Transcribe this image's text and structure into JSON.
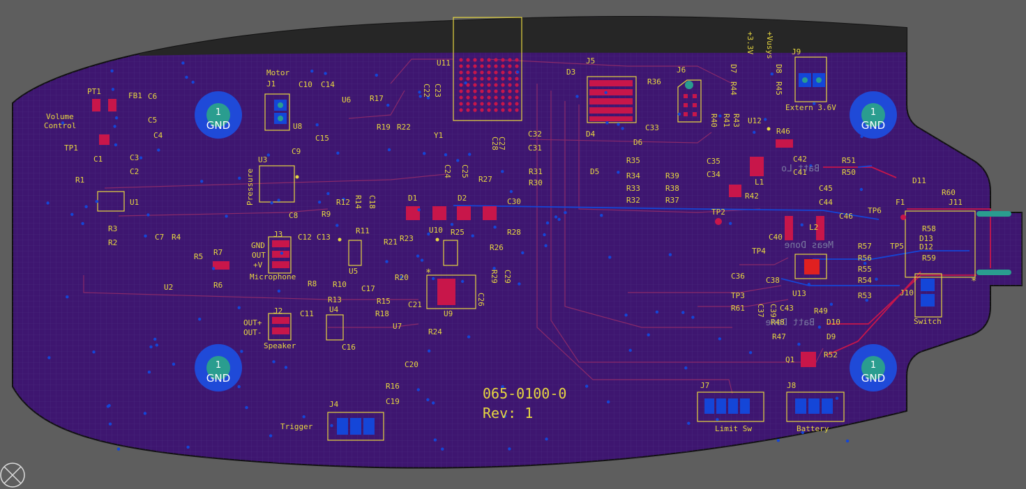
{
  "board": {
    "part_number": "065-0100-0",
    "revision": "Rev: 1",
    "colors": {
      "background": "#5e5e5e",
      "board": "#3e1670",
      "dark_area": "#2a2a2a",
      "silk": "#e8d840",
      "top_copper": "#c8164a",
      "bottom_copper": "#1446d8",
      "grid": "#4b2c80"
    }
  },
  "mounting_holes": [
    {
      "id": "mh-top-left",
      "number": "1",
      "label": "GND"
    },
    {
      "id": "mh-bottom-left",
      "number": "1",
      "label": "GND"
    },
    {
      "id": "mh-top-right",
      "number": "1",
      "label": "GND"
    },
    {
      "id": "mh-bottom-right",
      "number": "1",
      "label": "GND"
    }
  ],
  "connector_labels": {
    "motor": "Motor",
    "pressure": "Pressure",
    "microphone": "Microphone",
    "speaker": "Speaker",
    "trigger": "Trigger",
    "limit_sw": "Limit Sw",
    "battery": "Battery",
    "switch": "Switch",
    "extern": "Extern 3.6V",
    "volume_1": "Volume",
    "volume_2": "Control",
    "gnd": "GND",
    "out": "OUT",
    "plus_v": "+V",
    "out_plus": "OUT+",
    "out_minus": "OUT-",
    "v33": "+3.3V",
    "vusys": "+Vusys"
  },
  "mirrored_labels": {
    "batt_lo": "Batt Lo",
    "meas_done": "Meas Done",
    "batt_done": "Batt Done"
  },
  "designators": {
    "U1": "U1",
    "U2": "U2",
    "U3": "U3",
    "U4": "U4",
    "U5": "U5",
    "U6": "U6",
    "U7": "U7",
    "U8": "U8",
    "U9": "U9",
    "U10": "U10",
    "U11": "U11",
    "U12": "U12",
    "U13": "U13",
    "J1": "J1",
    "J2": "J2",
    "J3": "J3",
    "J4": "J4",
    "J5": "J5",
    "J6": "J6",
    "J7": "J7",
    "J8": "J8",
    "J9": "J9",
    "J10": "J10",
    "J11": "J11",
    "PT1": "PT1",
    "FB1": "FB1",
    "TP1": "TP1",
    "TP2": "TP2",
    "TP3": "TP3",
    "TP4": "TP4",
    "TP5": "TP5",
    "TP6": "TP6",
    "Y1": "Y1",
    "F1": "F1",
    "L1": "L1",
    "L2": "L2",
    "Q1": "Q1",
    "D1": "D1",
    "D2": "D2",
    "D3": "D3",
    "D4": "D4",
    "D5": "D5",
    "D6": "D6",
    "D7": "D7",
    "D8": "D8",
    "D9": "D9",
    "D10": "D10",
    "D11": "D11",
    "D12": "D12",
    "D13": "D13",
    "C1": "C1",
    "C2": "C2",
    "C3": "C3",
    "C4": "C4",
    "C5": "C5",
    "C6": "C6",
    "C7": "C7",
    "C8": "C8",
    "C9": "C9",
    "C10": "C10",
    "C11": "C11",
    "C12": "C12",
    "C13": "C13",
    "C14": "C14",
    "C15": "C15",
    "C16": "C16",
    "C17": "C17",
    "C18": "C18",
    "C19": "C19",
    "C20": "C20",
    "C21": "C21",
    "C22": "C22",
    "C23": "C23",
    "C24": "C24",
    "C25": "C25",
    "C26": "C26",
    "C27": "C27",
    "C28": "C28",
    "C29": "C29",
    "C30": "C30",
    "C31": "C31",
    "C32": "C32",
    "C33": "C33",
    "C34": "C34",
    "C35": "C35",
    "C36": "C36",
    "C37": "C37",
    "C38": "C38",
    "C39": "C39",
    "C40": "C40",
    "C41": "C41",
    "C42": "C42",
    "C43": "C43",
    "C44": "C44",
    "C45": "C45",
    "C46": "C46",
    "R1": "R1",
    "R2": "R2",
    "R3": "R3",
    "R4": "R4",
    "R5": "R5",
    "R6": "R6",
    "R7": "R7",
    "R8": "R8",
    "R9": "R9",
    "R10": "R10",
    "R11": "R11",
    "R12": "R12",
    "R13": "R13",
    "R14": "R14",
    "R15": "R15",
    "R16": "R16",
    "R17": "R17",
    "R18": "R18",
    "R19": "R19",
    "R20": "R20",
    "R21": "R21",
    "R22": "R22",
    "R23": "R23",
    "R24": "R24",
    "R25": "R25",
    "R26": "R26",
    "R27": "R27",
    "R28": "R28",
    "R29": "R29",
    "R30": "R30",
    "R31": "R31",
    "R32": "R32",
    "R33": "R33",
    "R34": "R34",
    "R35": "R35",
    "R36": "R36",
    "R37": "R37",
    "R38": "R38",
    "R39": "R39",
    "R40": "R40",
    "R41": "R41",
    "R42": "R42",
    "R43": "R43",
    "R44": "R44",
    "R45": "R45",
    "R46": "R46",
    "R47": "R47",
    "R48": "R48",
    "R49": "R49",
    "R50": "R50",
    "R51": "R51",
    "R52": "R52",
    "R53": "R53",
    "R54": "R54",
    "R55": "R55",
    "R56": "R56",
    "R57": "R57",
    "R58": "R58",
    "R59": "R59",
    "R60": "R60",
    "R61": "R61"
  }
}
